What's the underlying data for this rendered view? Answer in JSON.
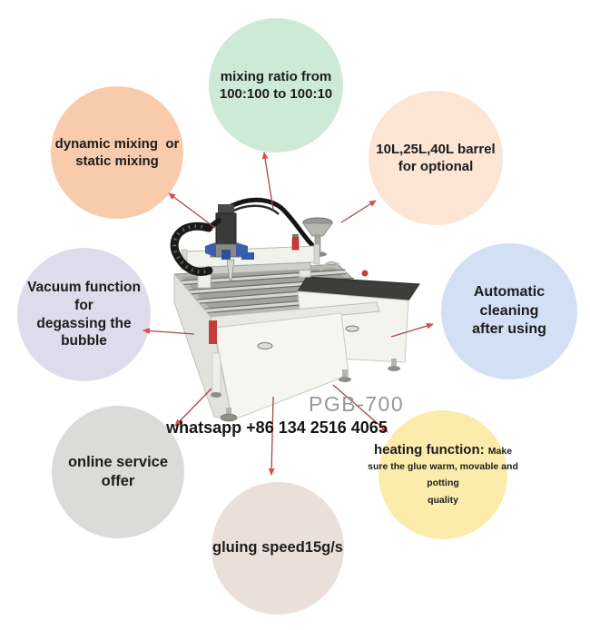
{
  "title_area": {
    "model": "PGB-700",
    "whatsapp": "whatsapp +86 134 2516 4065"
  },
  "colors": {
    "background": "#ffffff",
    "arrow_line": "#a8484e",
    "arrow_head": "#d94f4b",
    "feature_text": "#1c1c1c",
    "model_text": "#96989b"
  },
  "features": {
    "mixing_ratio": {
      "color": "#cdead6",
      "lines": [
        "mixing ratio from",
        "100:100 to 100:10"
      ]
    },
    "mixing_mode": {
      "color": "#f8cbac",
      "lines": [
        "dynamic mixing  or",
        "static mixing"
      ]
    },
    "barrel": {
      "color": "#fce5d2",
      "lines": [
        "10L,25L,40L barrel",
        "for optional"
      ]
    },
    "vacuum": {
      "color": "#dedbec",
      "lines": [
        "Vacuum function for",
        "degassing the",
        "bubble"
      ]
    },
    "cleaning": {
      "color": "#d3dff4",
      "lines": [
        "Automatic  cleaning",
        "after using"
      ]
    },
    "service": {
      "color": "#dbdcda",
      "lines": [
        "online service offer"
      ]
    },
    "heating": {
      "color": "#fcecab",
      "title": "heating function:",
      "title_note": "Make",
      "lines": [
        "sure the glue warm, movable and",
        "potting",
        "quality"
      ]
    },
    "speed": {
      "color": "#ebdfda",
      "lines": [
        "gluing speed15g/s"
      ]
    }
  }
}
